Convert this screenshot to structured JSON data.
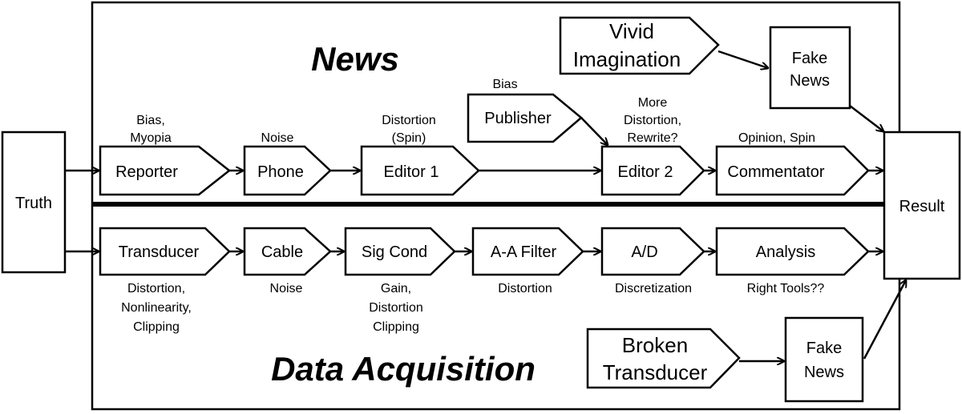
{
  "diagram": {
    "section_news": "News",
    "section_daq": "Data Acquisition",
    "input_label": "Truth",
    "output_label": "Result",
    "news_chain": [
      {
        "label": "Reporter",
        "annotation": [
          "Bias,",
          "Myopia"
        ]
      },
      {
        "label": "Phone",
        "annotation": [
          "Noise"
        ]
      },
      {
        "label": "Editor 1",
        "annotation": [
          "Distortion",
          "(Spin)"
        ]
      },
      {
        "label": "Editor 2",
        "annotation": [
          "More",
          "Distortion,",
          "Rewrite?"
        ]
      },
      {
        "label": "Commentator",
        "annotation": [
          "Opinion, Spin"
        ]
      }
    ],
    "publisher": {
      "label": "Publisher",
      "annotation": "Bias"
    },
    "vivid": [
      "Vivid",
      "Imagination"
    ],
    "fake_news_top": [
      "Fake",
      "News"
    ],
    "daq_chain": [
      {
        "label": "Transducer",
        "annotation": [
          "Distortion,",
          "Nonlinearity,",
          "Clipping"
        ]
      },
      {
        "label": "Cable",
        "annotation": [
          "Noise"
        ]
      },
      {
        "label": "Sig Cond",
        "annotation": [
          "Gain,",
          "Distortion",
          "Clipping"
        ]
      },
      {
        "label": "A-A Filter",
        "annotation": [
          "Distortion"
        ]
      },
      {
        "label": "A/D",
        "annotation": [
          "Discretization"
        ]
      },
      {
        "label": "Analysis",
        "annotation": [
          "Right Tools??"
        ]
      }
    ],
    "broken": [
      "Broken",
      "Transducer"
    ],
    "fake_news_bottom": [
      "Fake",
      "News"
    ]
  }
}
